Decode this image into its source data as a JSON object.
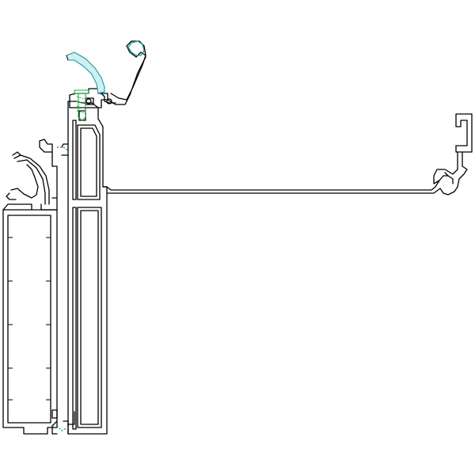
{
  "drawing": {
    "type": "profile-cross-section",
    "background": "#ffffff",
    "colors": {
      "profile_outline": "#000000",
      "gasket": "#1a9aa0",
      "gasket_fill": "#cfeff0",
      "screw": "#2aa84a"
    },
    "parts": [
      "left-frame-profile",
      "sash-profile",
      "horizontal-flange",
      "right-end-profile",
      "top-gasket",
      "top-clip",
      "screw-fastener",
      "corner-gaskets"
    ]
  }
}
